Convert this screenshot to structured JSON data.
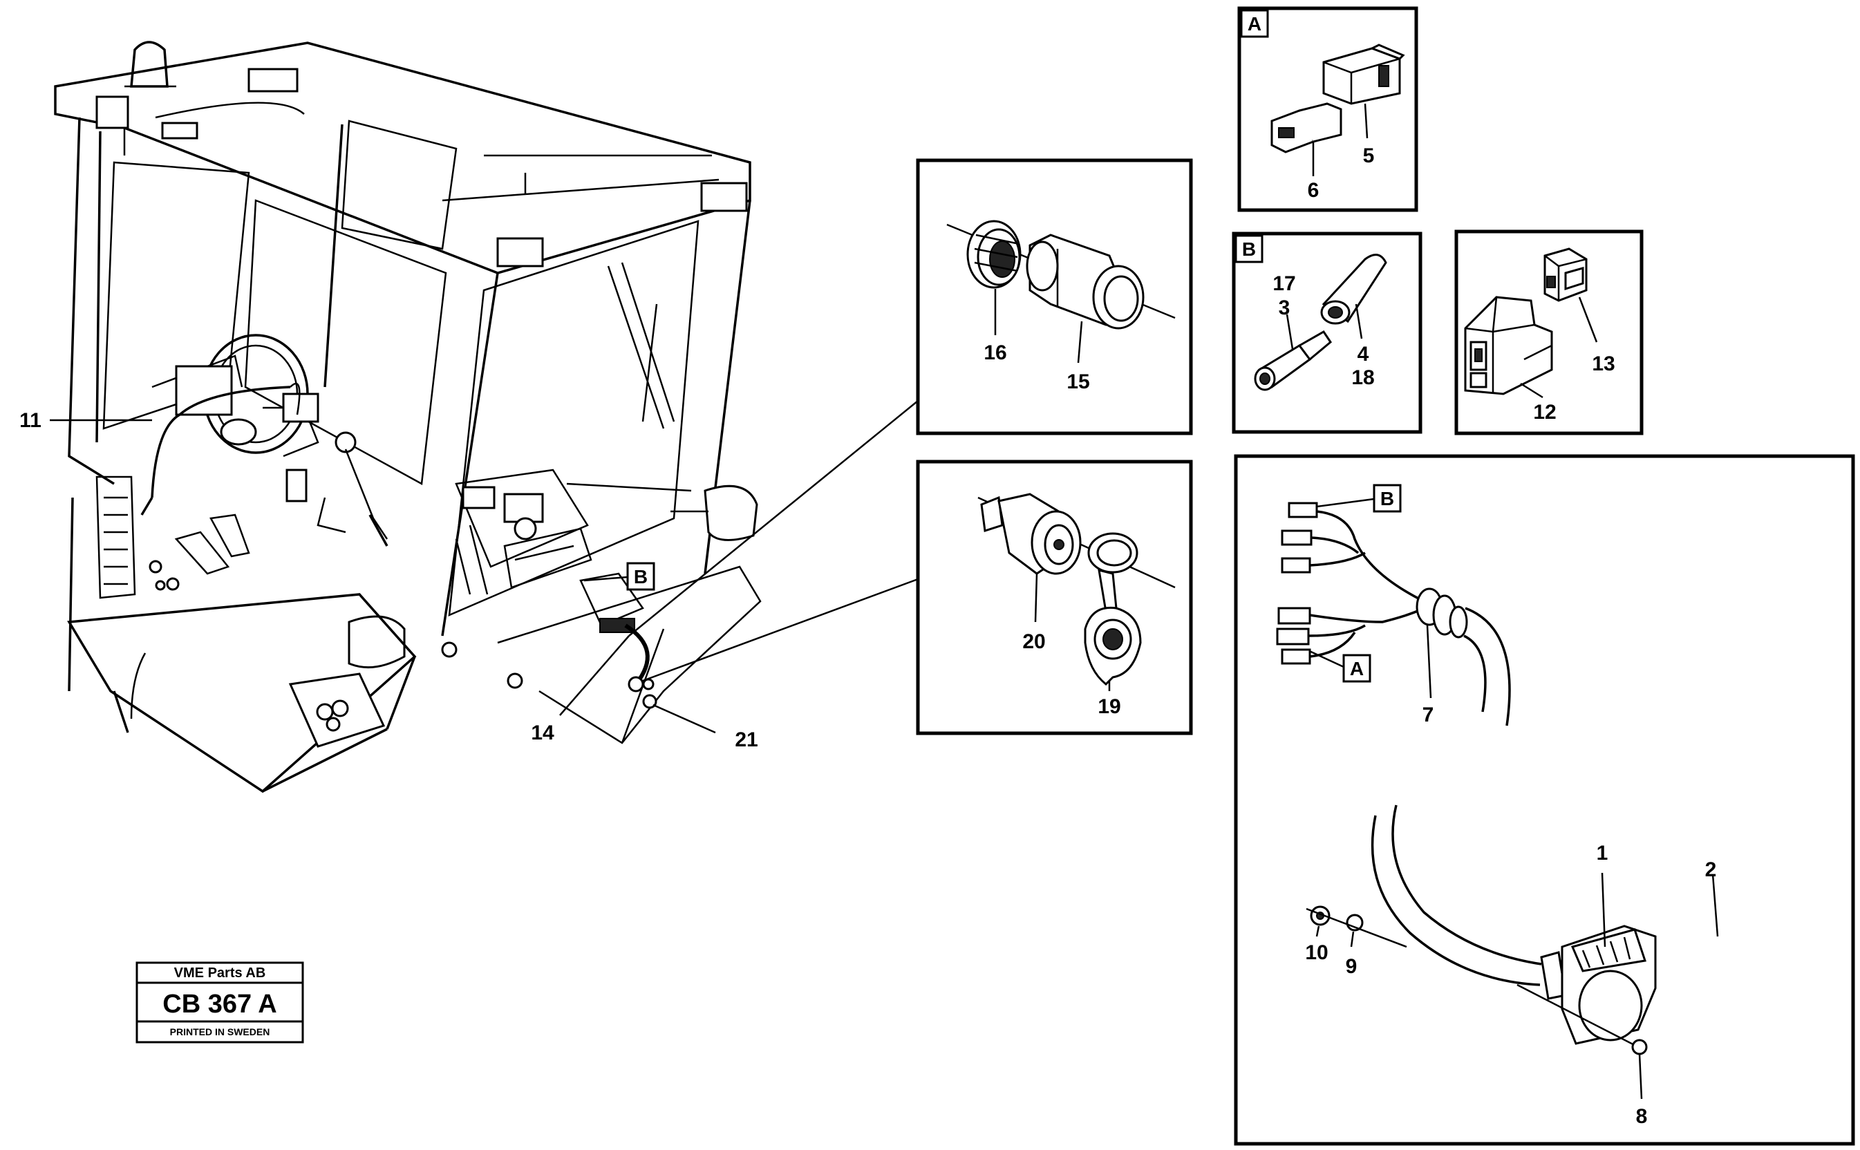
{
  "labels": {
    "n1": "1",
    "n2": "2",
    "n3": "3",
    "n4": "4",
    "n5": "5",
    "n6": "6",
    "n7": "7",
    "n8": "8",
    "n9": "9",
    "n10": "10",
    "n11": "11",
    "n12": "12",
    "n13": "13",
    "n14": "14",
    "n15": "15",
    "n16": "16",
    "n17": "17",
    "n18": "18",
    "n19": "19",
    "n20": "20",
    "n21": "21"
  },
  "refs": {
    "a": "A",
    "b": "B"
  },
  "stamp": {
    "company": "VME Parts AB",
    "code": "CB 367 A",
    "printed": "PRINTED IN SWEDEN"
  }
}
